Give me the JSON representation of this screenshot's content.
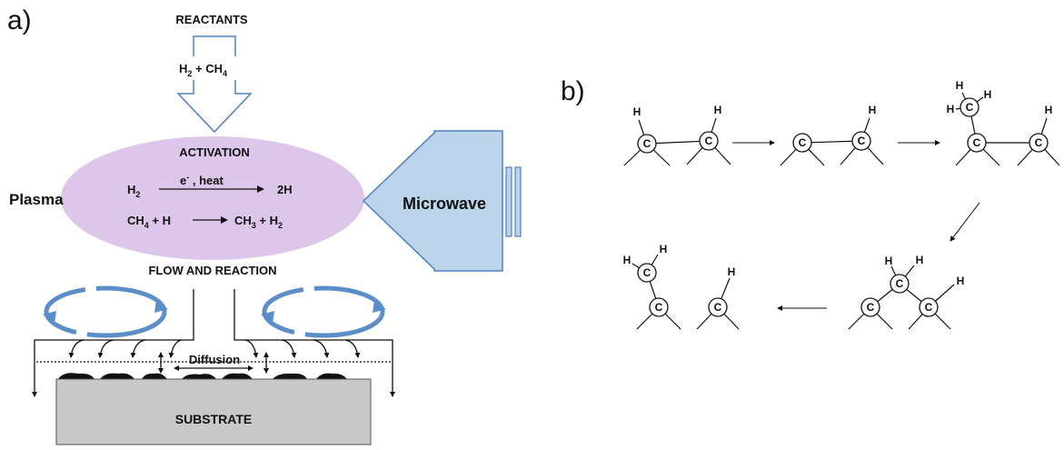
{
  "panel_a": {
    "label": "a)",
    "reactants_title": "REACTANTS",
    "reactants_formula": {
      "h2": "H",
      "plus": " + CH",
      "sub2": "2",
      "sub4": "4"
    },
    "activation_title": "ACTIVATION",
    "plasma_label": "Plasma",
    "microwave_label": "Microwave",
    "reaction1": {
      "left": "H",
      "left_sub": "2",
      "condition": "e",
      "condition_sup": "-",
      "condition_rest": " , heat",
      "right": "2H"
    },
    "reaction2": {
      "left": "CH",
      "left_sub": "4",
      "left_rest": " + H",
      "right": "CH",
      "right_sub": "3",
      "right_rest": " + H",
      "right_sub2": "2"
    },
    "flow_title": "FLOW  AND  REACTION",
    "diffusion_label": "Diffusion",
    "substrate_label": "SUBSTRATE",
    "colors": {
      "plasma_fill": "#dcc6ea",
      "microwave_fill": "#bcd4ea",
      "microwave_stroke": "#4f81bd",
      "substrate_fill": "#c8c8c8",
      "swirl": "#5b8ec8"
    }
  },
  "panel_b": {
    "label": "b)",
    "atom_c": "C",
    "atom_h": "H"
  }
}
